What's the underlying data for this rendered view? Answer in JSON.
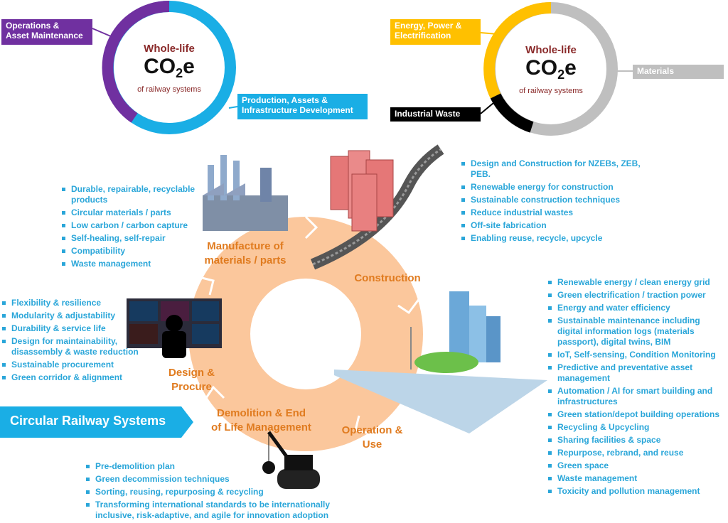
{
  "donut_left": {
    "center": {
      "line1": "Whole-life",
      "co": "CO",
      "sub": "2",
      "e": "e",
      "line3": "of railway systems"
    },
    "segments": [
      {
        "label": "Operations & Asset Maintenance",
        "color": "#7030a0"
      },
      {
        "label": "Production, Assets & Infrastructure Development",
        "color": "#1aaee5"
      }
    ]
  },
  "donut_right": {
    "center": {
      "line1": "Whole-life",
      "co": "CO",
      "sub": "2",
      "e": "e",
      "line3": "of railway systems"
    },
    "segments": [
      {
        "label": "Energy, Power & Electrification",
        "color": "#ffc000"
      },
      {
        "label": "Materials",
        "color": "#bfbfbf"
      },
      {
        "label": "Industrial Waste",
        "color": "#000000"
      }
    ]
  },
  "labels": {
    "ops": [
      "Operations &",
      "Asset Maintenance"
    ],
    "prod": [
      "Production, Assets &",
      "Infrastructure Development"
    ],
    "energy": [
      "Energy, Power &",
      "Electrification"
    ],
    "materials": "Materials",
    "waste": "Industrial Waste"
  },
  "title": "Circular Railway Systems",
  "stages": {
    "manufacture": [
      "Manufacture of",
      "materials / parts"
    ],
    "construction": "Construction",
    "operation": [
      "Operation &",
      "Use"
    ],
    "demolition": [
      "Demolition & End",
      "of Life Management"
    ],
    "design": [
      "Design &",
      "Procure"
    ]
  },
  "lists": {
    "manufacture": [
      "Durable, repairable, recyclable products",
      "Circular materials / parts",
      "Low carbon / carbon capture",
      "Self-healing, self-repair",
      "Compatibility",
      "Waste management"
    ],
    "construction": [
      "Design and Construction for NZEBs, ZEB, PEB.",
      "Renewable energy for construction",
      "Sustainable construction techniques",
      "Reduce industrial wastes",
      "Off-site fabrication",
      "Enabling reuse, recycle, upcycle"
    ],
    "design": [
      "Flexibility & resilience",
      "Modularity & adjustability",
      "Durability & service life",
      "Design for maintainability, disassembly & waste reduction",
      "Sustainable procurement",
      "Green corridor & alignment"
    ],
    "operation": [
      "Renewable energy / clean energy grid",
      "Green electrification / traction power",
      "Energy and water efficiency",
      "Sustainable maintenance including digital information logs (materials passport), digital twins, BIM",
      "IoT, Self-sensing, Condition Monitoring",
      "Predictive and preventative asset management",
      "Automation / AI for smart building and infrastructures",
      "Green station/depot building operations",
      "Recycling & Upcycling",
      "Sharing facilities & space",
      "Repurpose, rebrand, and reuse",
      "Green space",
      "Waste management",
      "Toxicity and pollution management"
    ],
    "demolition": [
      "Pre-demolition plan",
      "Green decommission techniques",
      "Sorting, reusing, repurposing & recycling",
      "Transforming international standards to be internationally inclusive, risk-adaptive, and agile for innovation adoption"
    ]
  }
}
